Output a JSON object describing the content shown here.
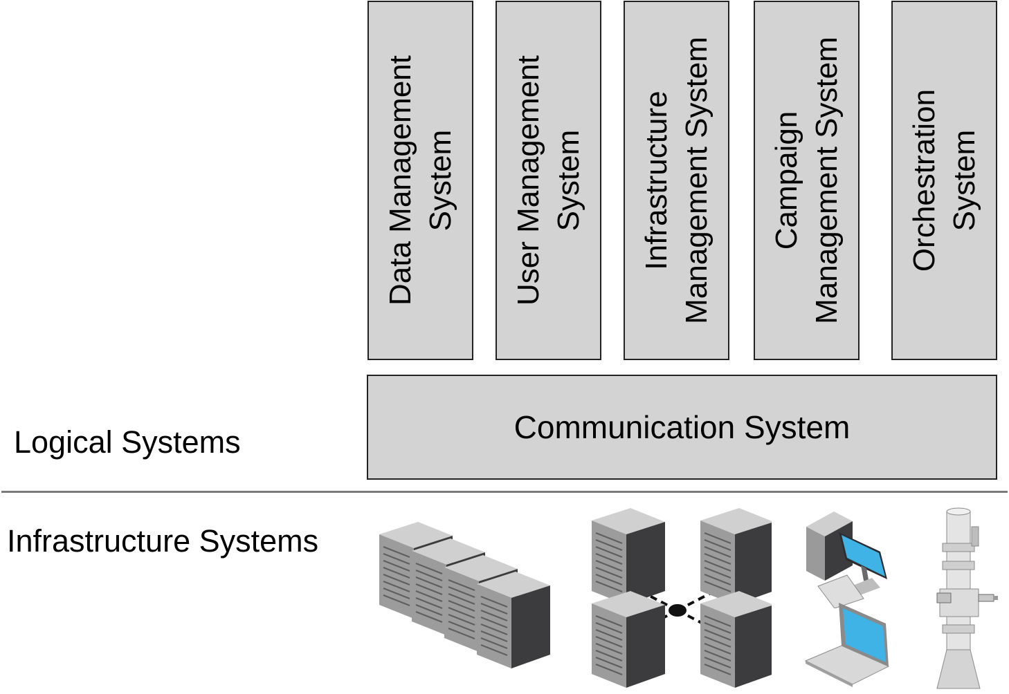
{
  "labels": {
    "logical": "Logical Systems",
    "infrastructure": "Infrastructure Systems"
  },
  "logical_systems": [
    {
      "label": "Data Management\nSystem"
    },
    {
      "label": "User Management\nSystem"
    },
    {
      "label": "Infrastructure\nManagement System"
    },
    {
      "label": "Campaign\nManagement System"
    },
    {
      "label": "Orchestration\nSystem"
    }
  ],
  "communication_system": "Communication System",
  "colors": {
    "box_fill": "#d3d3d3",
    "box_border": "#222222",
    "divider": "#7a7a7a",
    "server_dark": "#3c3c3e",
    "server_light": "#a7a7a7",
    "screen": "#3fb2e6"
  },
  "infrastructure_icons": [
    "server-rack-icon",
    "server-cluster-icon",
    "workstation-icon",
    "laptop-icon",
    "instrument-column-icon"
  ]
}
